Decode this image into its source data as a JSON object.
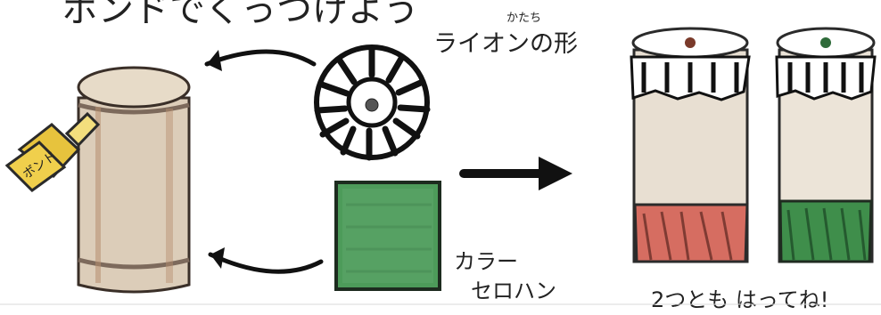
{
  "title_partial": "ボンドでくっつけよう",
  "labels": {
    "lion_shape_ruby": "かたち",
    "lion_shape": "ライオンの形",
    "color_label_line1": "カラー",
    "color_label_line2": "セロハン",
    "bond_label": "ボンド",
    "attach_both": "2つとも はってね!"
  },
  "colors": {
    "paper": "#ffffff",
    "tube": "#d8cbb8",
    "tube_shade": "#b08f73",
    "bond_yellow": "#e8c23a",
    "cellophane_green": "#4e9a5a",
    "cellophane_red": "#d76b5e",
    "lion_stroke": "#222222",
    "nose_brown": "#7a3a2a",
    "nose_green": "#2f6b3a"
  }
}
